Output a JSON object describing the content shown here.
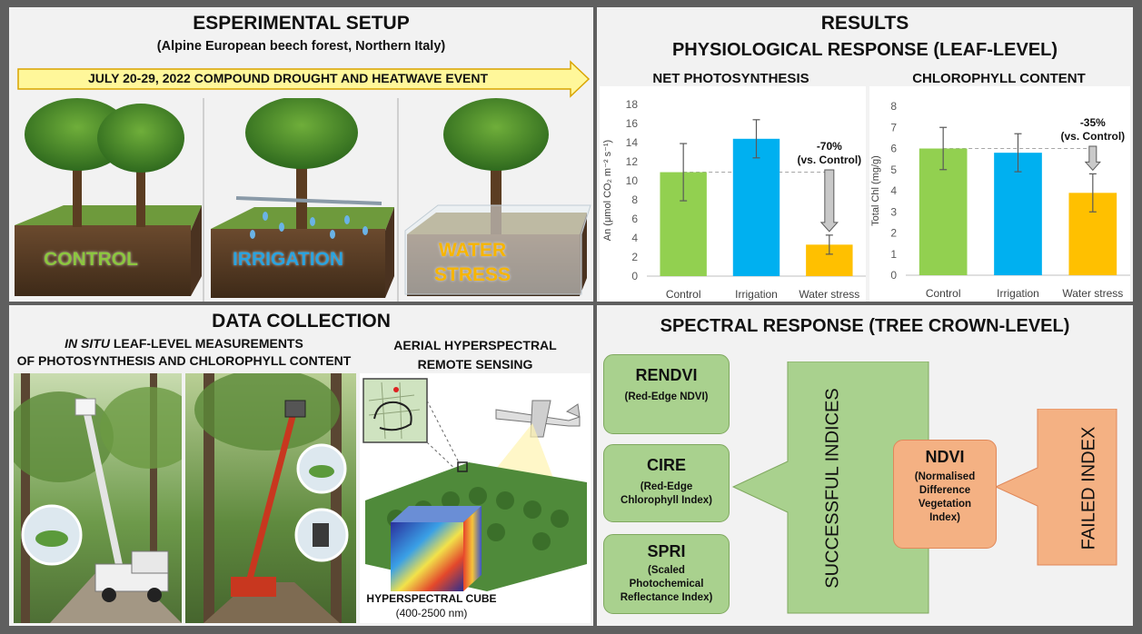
{
  "setup": {
    "title": "ESPERIMENTAL SETUP",
    "subtitle": "(Alpine European beech forest, Northern Italy)",
    "event": "JULY 20-29, 2022 COMPOUND DROUGHT AND HEATWAVE EVENT",
    "control": "CONTROL",
    "irrigation": "IRRIGATION",
    "water_stress_line1": "WATER",
    "water_stress_line2": "STRESS",
    "colors": {
      "control": "#8cc63f",
      "irrigation": "#2aa3df",
      "water_stress": "#f7b500",
      "arrow": "#fff79a"
    }
  },
  "collection": {
    "title": "DATA COLLECTION",
    "insitu_italic": "IN SITU",
    "insitu_rest": " LEAF-LEVEL MEASUREMENTS",
    "insitu_line2": "OF PHOTOSYNTHESIS AND CHLOROPHYLL CONTENT",
    "aerial_line1": "AERIAL HYPERSPECTRAL",
    "aerial_line2": "REMOTE SENSING",
    "cube_label": "HYPERSPECTRAL CUBE",
    "cube_range": "(400-2500 nm)"
  },
  "results": {
    "title": "RESULTS",
    "leaf_title": "PHYSIOLOGICAL RESPONSE (LEAF-LEVEL)",
    "crown_title": "SPECTRAL RESPONSE (TREE CROWN-LEVEL)"
  },
  "chart_data": [
    {
      "type": "bar",
      "title": "NET PHOTOSYNTHESIS",
      "ylabel": "An (μmol CO₂ m⁻² s⁻¹)",
      "categories": [
        "Control",
        "Irrigation",
        "Water stress"
      ],
      "values": [
        10.9,
        14.4,
        3.3
      ],
      "errors": [
        3.0,
        2.0,
        1.0
      ],
      "colors": [
        "#92d050",
        "#00b0f0",
        "#ffc000"
      ],
      "ylim": [
        0,
        18
      ],
      "yticks": [
        0,
        2,
        4,
        6,
        8,
        10,
        12,
        14,
        16,
        18
      ],
      "annotation_line1": "-70%",
      "annotation_line2": "(vs. Control)"
    },
    {
      "type": "bar",
      "title": "CHLOROPHYLL CONTENT",
      "ylabel": "Total Chl (mg/g)",
      "categories": [
        "Control",
        "Irrigation",
        "Water stress"
      ],
      "values": [
        6.0,
        5.8,
        3.9
      ],
      "errors": [
        1.0,
        0.9,
        0.9
      ],
      "colors": [
        "#92d050",
        "#00b0f0",
        "#ffc000"
      ],
      "ylim": [
        0,
        8
      ],
      "yticks": [
        0,
        1,
        2,
        3,
        4,
        5,
        6,
        7,
        8
      ],
      "annotation_line1": "-35%",
      "annotation_line2": "(vs. Control)"
    }
  ],
  "indices": {
    "successful_label": "SUCCESSFUL INDICES",
    "failed_label": "FAILED INDEX",
    "rendvi": {
      "name": "RENDVI",
      "desc": "(Red-Edge NDVI)"
    },
    "cire": {
      "name": "CIRE",
      "desc1": "(Red-Edge",
      "desc2": "Chlorophyll Index)"
    },
    "spri": {
      "name": "SPRI",
      "desc1": "(Scaled",
      "desc2": "Photochemical",
      "desc3": "Reflectance Index)"
    },
    "ndvi": {
      "name": "NDVI",
      "desc1": "(Normalised",
      "desc2": "Difference",
      "desc3": "Vegetation",
      "desc4": "Index)"
    }
  }
}
